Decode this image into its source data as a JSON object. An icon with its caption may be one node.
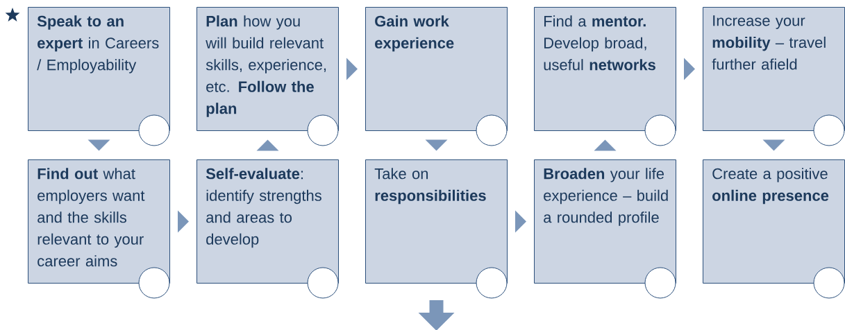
{
  "diagram": {
    "nodes": [
      {
        "text": [
          "**Speak to an expert** in Careers / Employability"
        ]
      },
      {
        "text": [
          "**Plan** how you will build relevant skills, experience, etc. **Follow the plan**"
        ]
      },
      {
        "text": [
          "Gain work experience"
        ]
      },
      {
        "text": [
          "Find a **mentor.** Develop broad, useful **networks**"
        ]
      },
      {
        "text": [
          "Increase your **mobility** – travel further afield"
        ]
      },
      {
        "text": [
          "**Find out** what employers want and the skills relevant to your career aims"
        ]
      },
      {
        "text": [
          "**Self-evaluate**: identify strengths and areas to develop"
        ]
      },
      {
        "text": [
          "Take on **responsibilities**"
        ]
      },
      {
        "text": [
          "**Broaden** your life experience – build a rounded profile"
        ]
      },
      {
        "text": [
          "Create a positive **online presence**"
        ]
      }
    ],
    "edges": [
      {
        "from": 0,
        "to": 5,
        "arrow": "to"
      },
      {
        "from": 5,
        "to": 6,
        "arrow": "to"
      },
      {
        "from": 6,
        "to": 1,
        "arrow": "to"
      },
      {
        "from": 1,
        "to": 2,
        "arrow": "to"
      },
      {
        "from": 2,
        "to": 7,
        "arrow": "to"
      },
      {
        "from": 7,
        "to": 8,
        "arrow": "to"
      },
      {
        "from": 8,
        "to": 3,
        "arrow": "to"
      },
      {
        "from": 3,
        "to": 4,
        "arrow": "to"
      },
      {
        "from": 4,
        "to": 9,
        "arrow": "to"
      },
      {
        "from": 7,
        "to": null,
        "arrow": "to"
      }
    ]
  }
}
